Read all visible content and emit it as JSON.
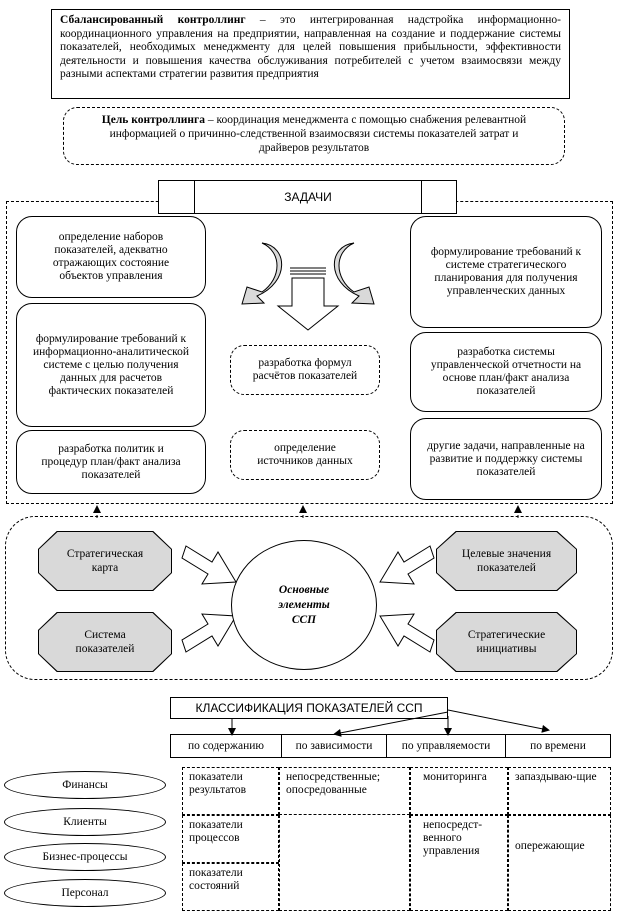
{
  "definition": {
    "term": "Сбалансированный контроллинг",
    "dash": " – ",
    "text": "это интегрированная надстройка информационно-координационного управления на предприятии, направленная на создание и поддержание системы показателей, необходимых менеджменту для целей повышения прибыльности, эффективности деятельности и повышения качества обслуживания потребителей с учетом взаимосвязи между разными аспектами стратегии развития предприятия"
  },
  "goal": {
    "term": "Цель контроллинга",
    "dash": " – ",
    "text": "координация менеджмента с помощью снабжения релевантной информацией о причинно-следственной взаимосвязи системы показателей затрат и драйверов результатов"
  },
  "tasks": {
    "title": "ЗАДАЧИ",
    "left": [
      "определение наборов показателей, адекватно отражающих состояние объектов управления",
      "формулирование требований к информационно-аналитической системе с целью получения данных для расчетов фактических показателей",
      "разработка политик и процедур план/факт анализа показателей"
    ],
    "middle": [
      "разработка формул расчётов показателей",
      "определение источников данных"
    ],
    "right": [
      "формулирование требований к системе стратегического планирования для получения управленческих данных",
      "разработка системы управленческой отчетности на основе план/факт анализа показателей",
      "другие задачи, направленные на развитие и поддержку системы показателей"
    ]
  },
  "elements": {
    "center_lines": [
      "Основные",
      "элементы",
      "ССП"
    ],
    "items": [
      "Стратегическая карта",
      "Целевые значения показателей",
      "Система показателей",
      "Стратегические инициативы"
    ]
  },
  "classification": {
    "title": "КЛАССИФИКАЦИЯ ПОКАЗАТЕЛЕЙ ССП",
    "headers": [
      "по содержанию",
      "по зависимости",
      "по управляемости",
      "по времени"
    ],
    "content_cells": [
      "показатели результатов",
      "показатели процессов",
      "показатели состояний"
    ],
    "dependency_cells": [
      "непосредственные; опосредованные"
    ],
    "control_cells": [
      "мониторинга",
      "непосредст-венного управления"
    ],
    "time_cells": [
      "запаздываю-щие",
      "опережающие"
    ],
    "perspectives": [
      "Финансы",
      "Клиенты",
      "Бизнес-процессы",
      "Персонал"
    ]
  }
}
